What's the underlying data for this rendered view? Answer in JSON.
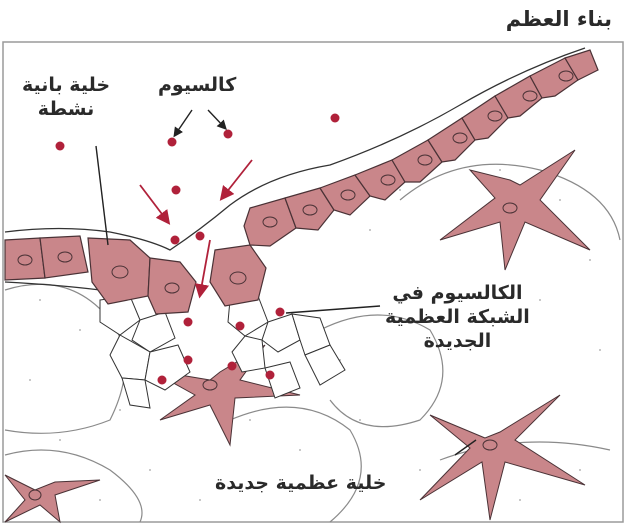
{
  "title": "بناء العظم",
  "labels": {
    "active_osteoblast": [
      "خلية بانية",
      "نشطة"
    ],
    "calcium": "كالسيوم",
    "calcium_in_matrix": [
      "الكالسيوم في",
      "الشبكة العظمية",
      "الجديدة"
    ],
    "new_bone_cell": "خلية عظمية جديدة"
  },
  "colors": {
    "cell_fill": "#c9868a",
    "cell_stroke": "#4a3236",
    "dot": "#b0213a",
    "ink": "#2a2a2a",
    "matrix_line": "#8a8a8a"
  }
}
